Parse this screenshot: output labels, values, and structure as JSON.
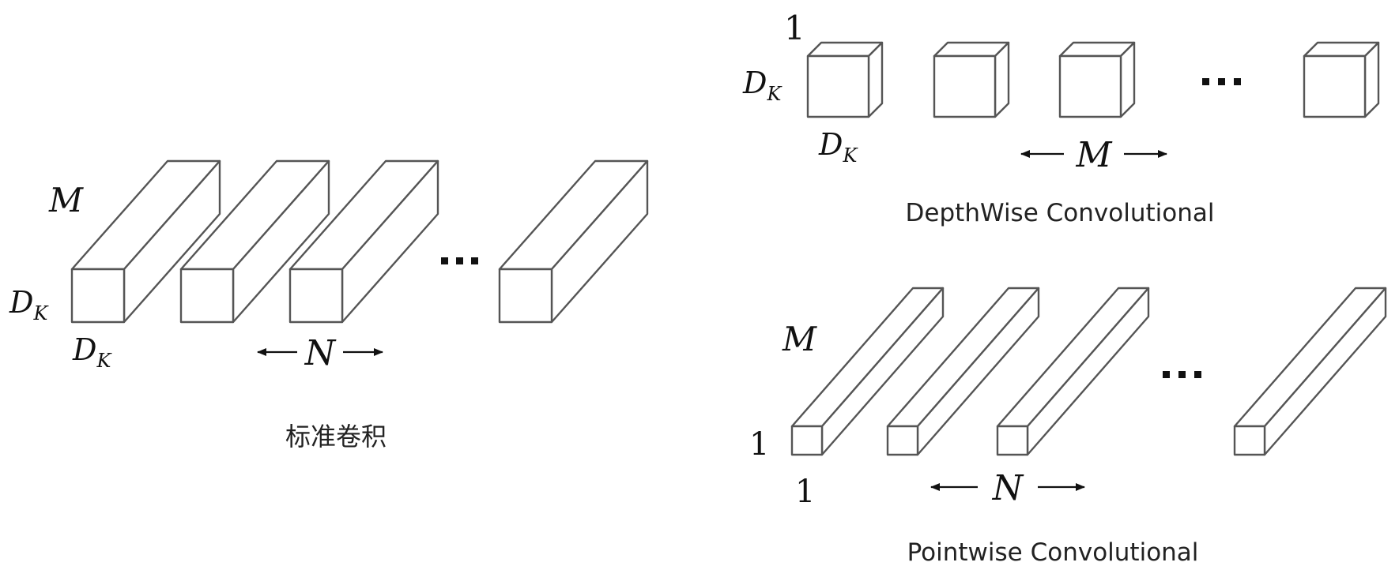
{
  "standard": {
    "depth_label": "M",
    "height_label": "D",
    "height_sub": "K",
    "width_label": "D",
    "width_sub": "K",
    "count_label": "N",
    "caption": "标准卷积"
  },
  "depthwise": {
    "depth_label": "1",
    "height_label": "D",
    "height_sub": "K",
    "width_label": "D",
    "width_sub": "K",
    "count_label": "M",
    "caption": "DepthWise Convolutional"
  },
  "pointwise": {
    "depth_label": "M",
    "height_label": "1",
    "width_label": "1",
    "count_label": "N",
    "caption": "Pointwise Convolutional"
  },
  "colors": {
    "stroke": "#555555",
    "text": "#111111"
  }
}
